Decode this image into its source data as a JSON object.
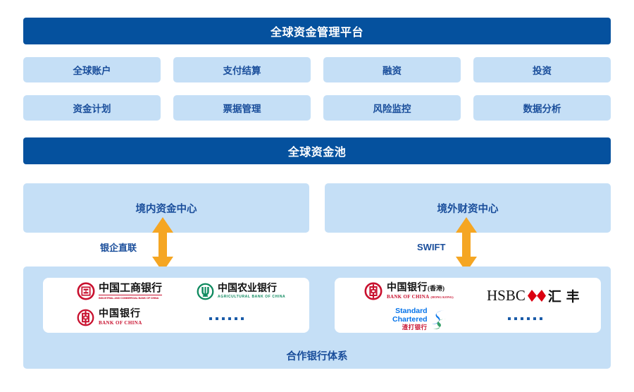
{
  "colors": {
    "banner_blue": "#05519E",
    "box_blue": "#C5DFF6",
    "text_blue": "#1A4E9B",
    "arrow_orange": "#F5A623",
    "icbc_red": "#C8102E",
    "abc_green": "#0F8A5F",
    "boc_red": "#C8102E",
    "hsbc_red": "#DB0011",
    "sc_blue": "#0473EA",
    "sc_green": "#38A06A",
    "card_white": "#FFFFFF",
    "page_background": "#FFFFFF"
  },
  "platform_banner": {
    "title": "全球资金管理平台"
  },
  "modules": {
    "row1": [
      {
        "label": "全球账户"
      },
      {
        "label": "支付结算"
      },
      {
        "label": "融资"
      },
      {
        "label": "投资"
      }
    ],
    "row2": [
      {
        "label": "资金计划"
      },
      {
        "label": "票据管理"
      },
      {
        "label": "风险监控"
      },
      {
        "label": "数据分析"
      }
    ]
  },
  "pool_banner": {
    "title": "全球资金池"
  },
  "centers": [
    {
      "label": "境内资金中心"
    },
    {
      "label": "境外财资中心"
    }
  ],
  "connectors": [
    {
      "label": "银企直联",
      "icon": "double-arrow-vertical-icon"
    },
    {
      "label": "SWIFT",
      "icon": "double-arrow-vertical-icon"
    }
  ],
  "bank_panel": {
    "title": "合作银行体系",
    "domestic_banks": [
      {
        "id": "icbc",
        "cn_name": "中国工商银行",
        "en_name": "INDUSTRIAL AND COMMERCIAL BANK OF CHINA",
        "mark": "icbc-logo-icon"
      },
      {
        "id": "abc",
        "cn_name": "中国农业银行",
        "en_name": "AGRICULTURAL BANK OF CHINA",
        "mark": "abc-logo-icon"
      },
      {
        "id": "boc",
        "cn_name": "中国银行",
        "en_name": "BANK OF CHINA",
        "mark": "boc-logo-icon"
      },
      {
        "id": "more-domestic",
        "dots": "……",
        "mark": "ellipsis-dots-icon"
      }
    ],
    "offshore_banks": [
      {
        "id": "boc-hk",
        "cn_name": "中国银行",
        "cn_suffix": "(香港)",
        "en_name": "BANK OF CHINA",
        "en_suffix": "(HONG KONG)",
        "mark": "boc-hk-logo-icon"
      },
      {
        "id": "hsbc",
        "en_name": "HSBC",
        "cn_name": "汇 丰",
        "mark": "hsbc-hexagon-icon"
      },
      {
        "id": "standard-chartered",
        "en_line1": "Standard",
        "en_line2": "Chartered",
        "cn_name": "渣打银行",
        "mark": "standard-chartered-logo-icon"
      },
      {
        "id": "more-offshore",
        "dots": "……",
        "mark": "ellipsis-dots-icon"
      }
    ]
  }
}
